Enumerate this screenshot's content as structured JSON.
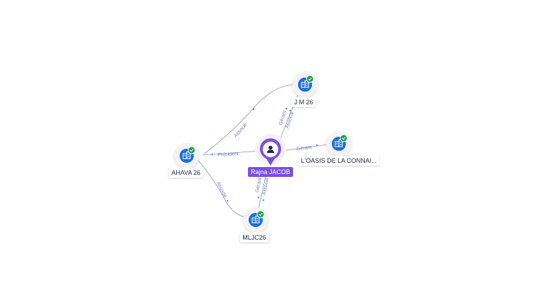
{
  "colors": {
    "company": "#1a6fe0",
    "check": "#1e9e4a",
    "person": "#7b4fe0",
    "edge": "#8a93a8",
    "edge_label": "#6b7dc0"
  },
  "person": {
    "name": "Rajna JACOB",
    "icon": "person-icon"
  },
  "companies": [
    {
      "id": "jm26",
      "name": "J M 26",
      "icon": "building-icon",
      "verified": true
    },
    {
      "id": "ahava26",
      "name": "AHAVA 26",
      "icon": "building-icon",
      "verified": true
    },
    {
      "id": "loasis",
      "name": "L'OASIS DE LA CONNAI...",
      "icon": "building-icon",
      "verified": true
    },
    {
      "id": "mljc26",
      "name": "MLJC26",
      "icon": "building-icon",
      "verified": true
    }
  ],
  "relations": [
    {
      "id": "r1",
      "label": "Associé"
    },
    {
      "id": "r2",
      "label": "Gérant"
    },
    {
      "id": "r3",
      "label": "Associé"
    },
    {
      "id": "r4",
      "label": "Président"
    },
    {
      "id": "r5",
      "label": "Gérant"
    },
    {
      "id": "r6",
      "label": "Associé"
    },
    {
      "id": "r7",
      "label": "Gérant"
    },
    {
      "id": "r8",
      "label": "Associé"
    }
  ]
}
